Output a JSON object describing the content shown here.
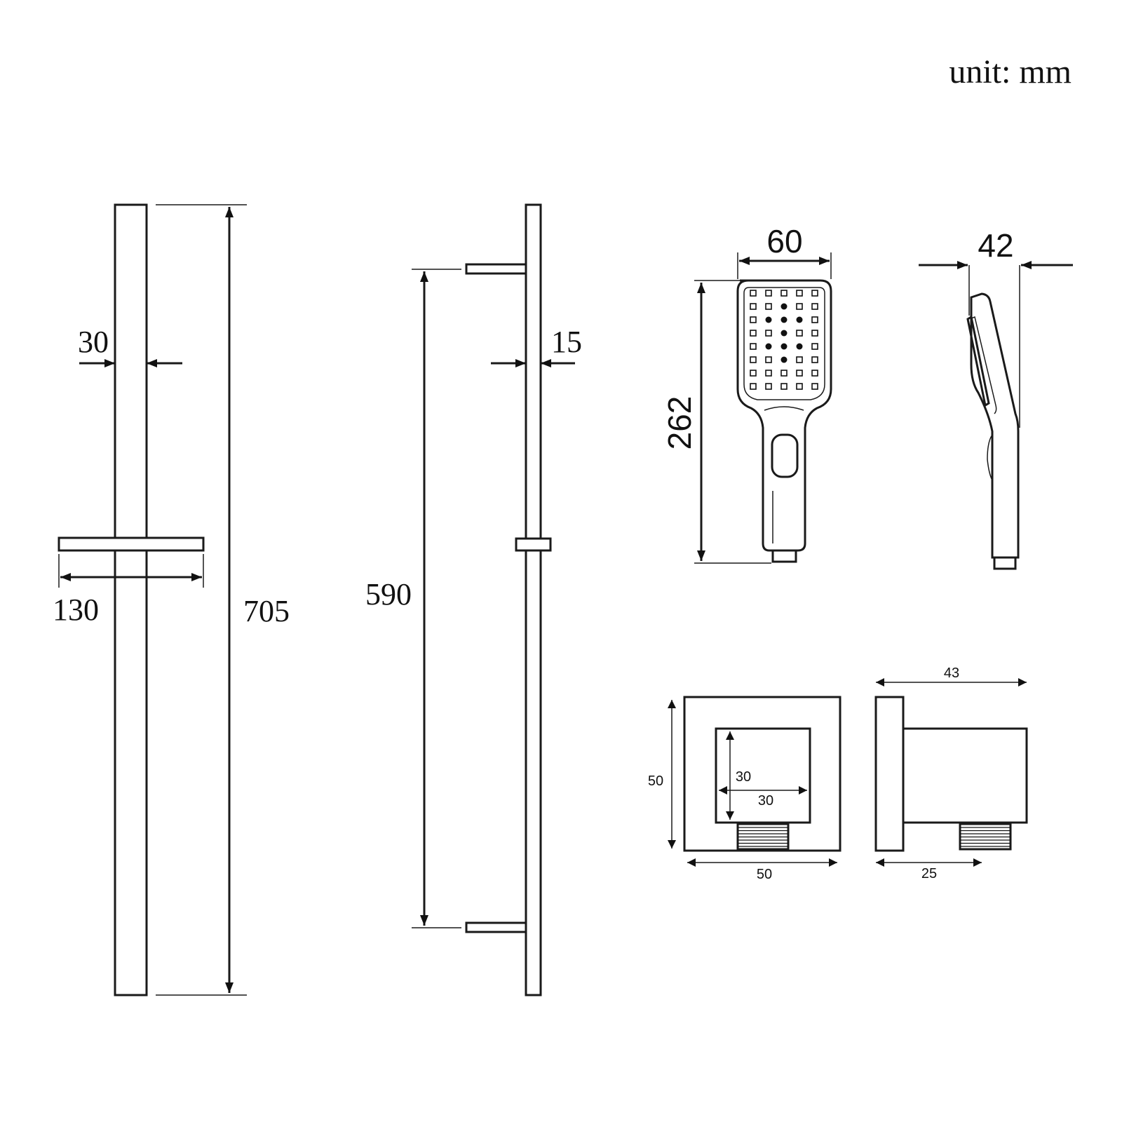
{
  "unit_label": "unit: mm",
  "slide_rail_front": {
    "width": "30",
    "holder_width": "130",
    "height": "705"
  },
  "slide_rail_side": {
    "bracket_spacing": "590",
    "depth": "15"
  },
  "hand_shower_front": {
    "width": "60",
    "length": "262"
  },
  "hand_shower_side": {
    "depth": "42"
  },
  "wall_outlet_front": {
    "height": "50",
    "inner_height": "30",
    "inner_width": "30",
    "width": "50"
  },
  "wall_outlet_side": {
    "depth": "43",
    "body_depth": "25"
  }
}
